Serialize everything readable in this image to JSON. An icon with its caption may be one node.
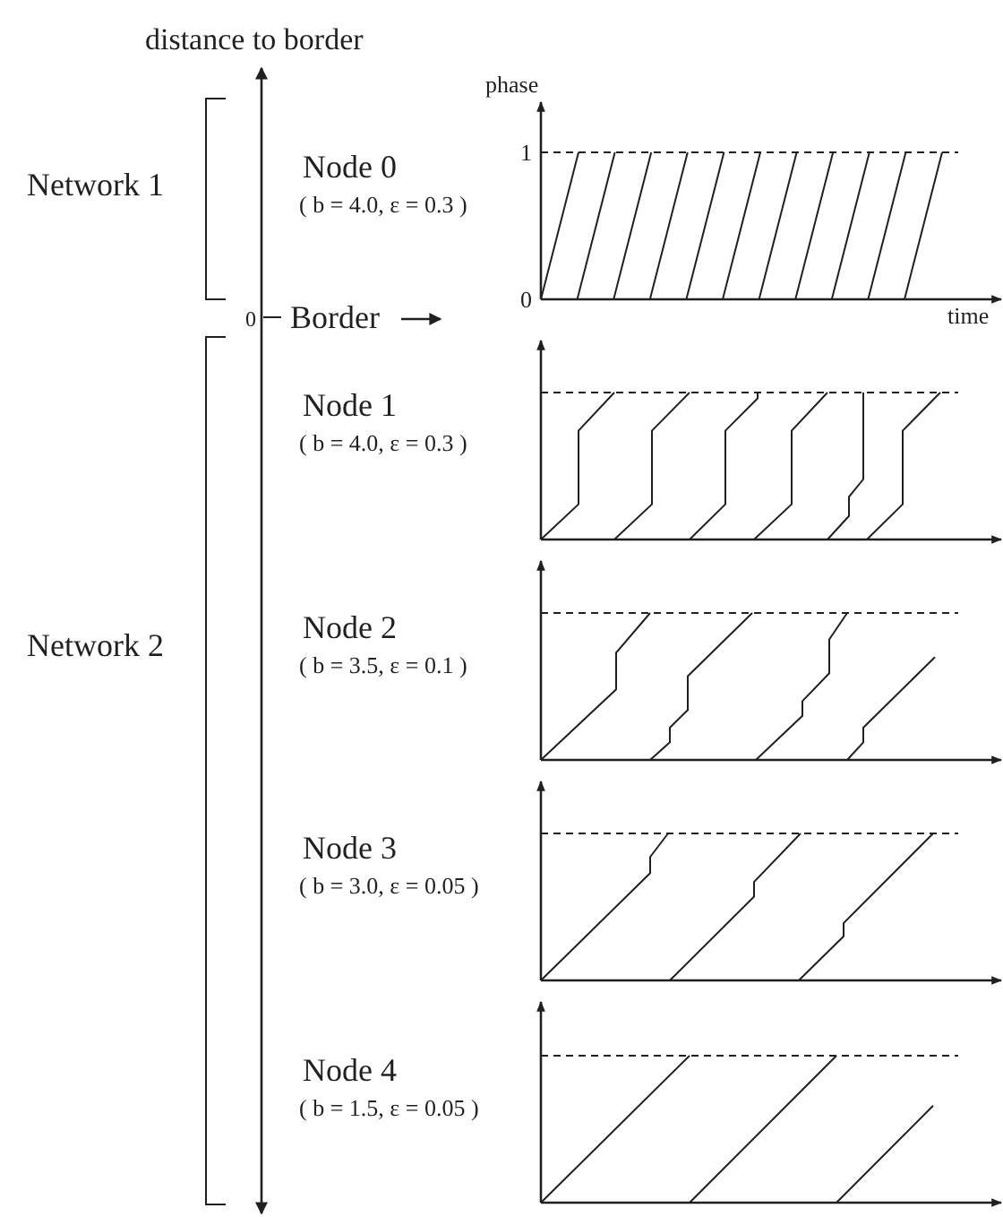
{
  "diagram": {
    "labels": [
      "distance to border",
      "phase",
      "1",
      "Network 1",
      "Node 0",
      "( b = 4.0, ε = 0.3 )",
      "0",
      "0",
      "Border",
      "time",
      "Node 1",
      "( b = 4.0, ε = 0.3 )",
      "Network 2",
      "Node 2",
      "( b = 3.5, ε = 0.1 )",
      "Node 3",
      "( b = 3.0, ε = 0.05 )",
      "Node 4",
      "( b = 1.5, ε = 0.05 )"
    ]
  }
}
